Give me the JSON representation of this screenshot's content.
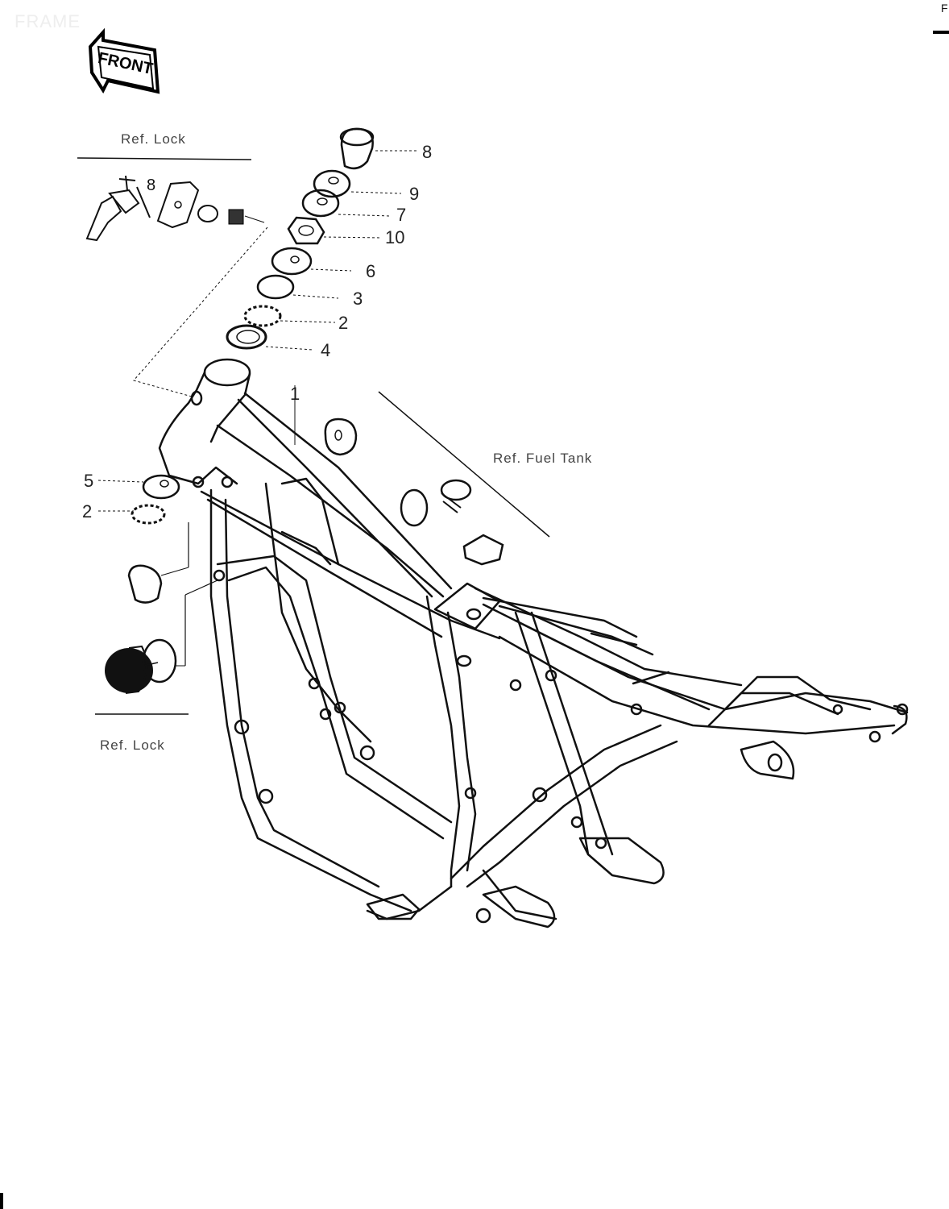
{
  "page": {
    "watermark": "FRAME",
    "corner_letter": "F"
  },
  "front_tag": "FRONT",
  "ref_notes": {
    "top_left": "Ref. Lock",
    "right": "Ref. Fuel Tank",
    "bottom_left": "Ref. Lock"
  },
  "small_lock_label": "8",
  "callouts": {
    "c8": "8",
    "c9": "9",
    "c7": "7",
    "c10": "10",
    "c6": "6",
    "c3": "3",
    "c2": "2",
    "c4": "4",
    "c1": "1",
    "c5": "5",
    "c2b": "2"
  },
  "colors": {
    "ink": "#111111",
    "watermark": "#eeeeee"
  }
}
